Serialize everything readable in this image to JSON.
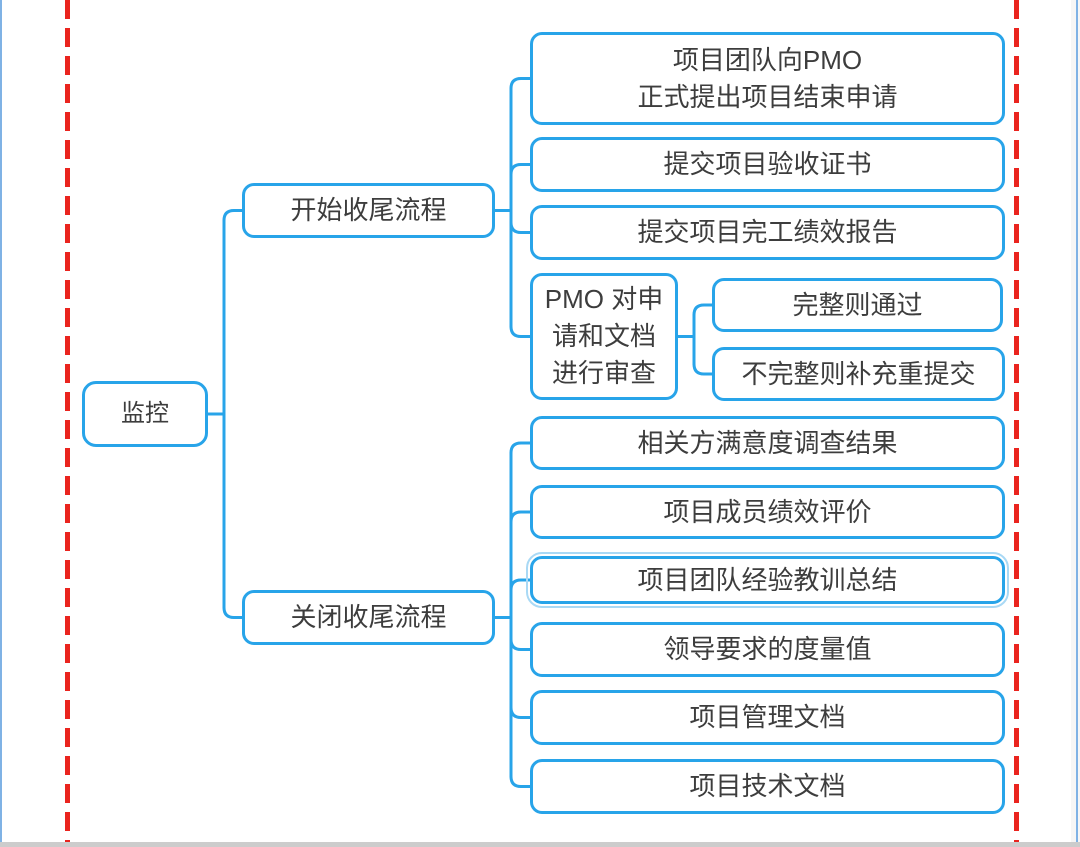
{
  "diagram": {
    "type": "mindmap",
    "root_label": "监控",
    "nodes": [
      {
        "id": "root",
        "label": "监控",
        "parent": null,
        "selected": false
      },
      {
        "id": "b1",
        "label": "开始收尾流程",
        "parent": "root",
        "selected": false
      },
      {
        "id": "c1",
        "label": "项目团队向PMO\n正式提出项目结束申请",
        "parent": "b1",
        "selected": false
      },
      {
        "id": "c2",
        "label": "提交项目验收证书",
        "parent": "b1",
        "selected": false
      },
      {
        "id": "c3",
        "label": "提交项目完工绩效报告",
        "parent": "b1",
        "selected": false
      },
      {
        "id": "c4",
        "label": "PMO 对申\n请和文档\n进行审查",
        "parent": "b1",
        "selected": false
      },
      {
        "id": "c4a",
        "label": "完整则通过",
        "parent": "c4",
        "selected": false
      },
      {
        "id": "c4b",
        "label": "不完整则补充重提交",
        "parent": "c4",
        "selected": false
      },
      {
        "id": "b2",
        "label": "关闭收尾流程",
        "parent": "root",
        "selected": false
      },
      {
        "id": "d1",
        "label": "相关方满意度调查结果",
        "parent": "b2",
        "selected": false
      },
      {
        "id": "d2",
        "label": "项目成员绩效评价",
        "parent": "b2",
        "selected": false
      },
      {
        "id": "d3",
        "label": "项目团队经验教训总结",
        "parent": "b2",
        "selected": true
      },
      {
        "id": "d4",
        "label": "领导要求的度量值",
        "parent": "b2",
        "selected": false
      },
      {
        "id": "d5",
        "label": "项目管理文档",
        "parent": "b2",
        "selected": false
      },
      {
        "id": "d6",
        "label": "项目技术文档",
        "parent": "b2",
        "selected": false
      }
    ]
  },
  "colors": {
    "node_border": "#28a4e9",
    "connector": "#28a4e9",
    "node_text": "#3d3d3d",
    "selection_ring": "#a9d9f5",
    "page_guide_red": "#ea241e",
    "window_edge_blue": "#7fb2e5",
    "scroll_strip_gray": "#f6f6f6",
    "bottom_bar_gray": "#cccccc",
    "background": "#ffffff"
  }
}
